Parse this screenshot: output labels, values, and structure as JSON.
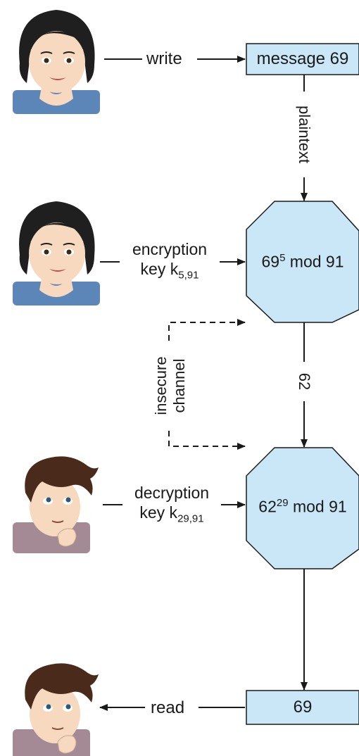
{
  "write_label": "write",
  "message_box": "message 69",
  "plaintext_label": "plaintext",
  "encryption": {
    "line1": "encryption",
    "line2_prefix": "key k",
    "line2_sub": "5,91"
  },
  "encrypt_node": {
    "base": "69",
    "exp": "5",
    "rest": " mod 91"
  },
  "channel": {
    "line1": "insecure",
    "line2": "channel"
  },
  "cipher_label": "62",
  "decryption": {
    "line1": "decryption",
    "line2_prefix": "key k",
    "line2_sub": "29,91"
  },
  "decrypt_node": {
    "base": "62",
    "exp": "29",
    "rest": " mod 91"
  },
  "read_label": "read",
  "result_box": "69",
  "colors": {
    "node_fill": "#c9e7f7",
    "skin": "#f7d9bf",
    "woman_hair": "#1f1f1f",
    "man_hair": "#4a2a1a",
    "woman_shirt": "#5c86b8",
    "man_shirt": "#a48a95"
  },
  "icons": [
    "woman-avatar-icon",
    "man-avatar-icon"
  ]
}
